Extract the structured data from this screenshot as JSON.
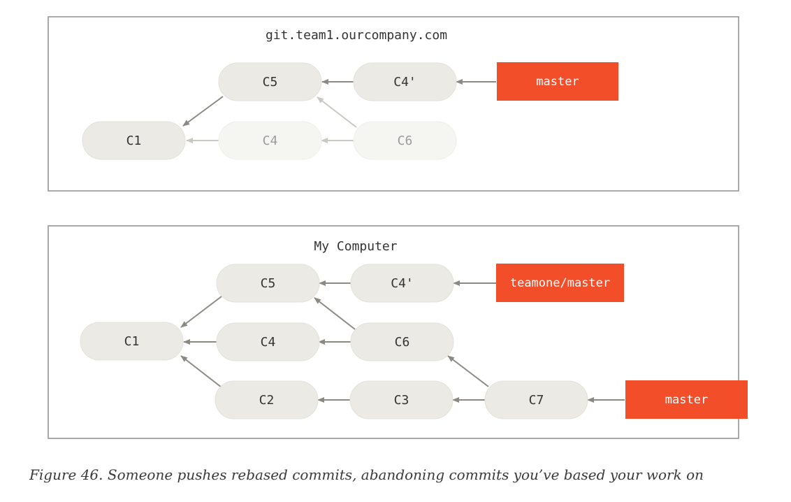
{
  "colors": {
    "commit_fill": "#ebeae5",
    "commit_stroke": "#e2e1db",
    "commit_text": "#333333",
    "faded_fill": "#f5f5f2",
    "faded_text": "#9b9b9b",
    "branch_fill": "#f24e2a",
    "branch_text": "#ffffff",
    "arrow": "#8c8982",
    "faded_arrow": "#c9c8c3",
    "panel_border": "#8e8e8e",
    "caption_text": "#3a3a3a"
  },
  "top_panel": {
    "title": "git.team1.ourcompany.com",
    "commits": {
      "c1": "C1",
      "c4": "C4",
      "c5": "C5",
      "c4p": "C4'",
      "c6": "C6"
    },
    "branches": {
      "master": "master"
    }
  },
  "bottom_panel": {
    "title": "My Computer",
    "commits": {
      "c1": "C1",
      "c5": "C5",
      "c4p": "C4'",
      "c4": "C4",
      "c6": "C6",
      "c2": "C2",
      "c3": "C3",
      "c7": "C7"
    },
    "branches": {
      "teamone_master": "teamone/master",
      "master": "master"
    }
  },
  "caption": "Figure 46. Someone pushes rebased commits, abandoning commits you’ve based your work on"
}
